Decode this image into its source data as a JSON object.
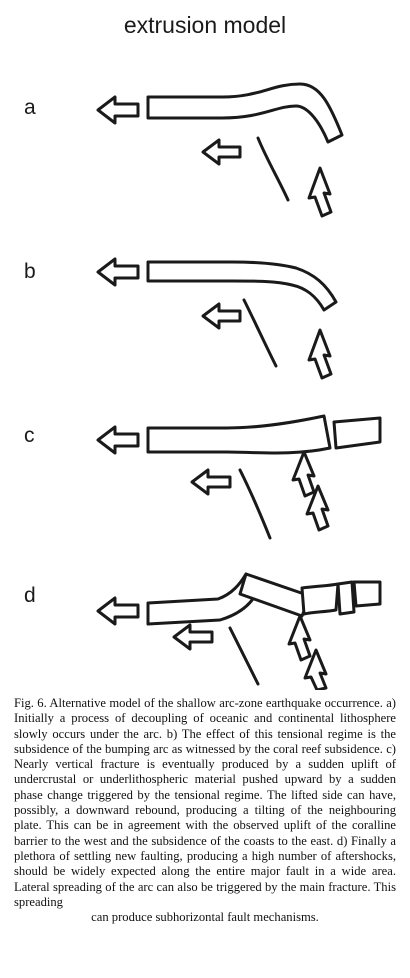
{
  "figure": {
    "title": "extrusion model",
    "panels": [
      {
        "label": "a"
      },
      {
        "label": "b"
      },
      {
        "label": "c"
      },
      {
        "label": "d"
      }
    ]
  },
  "caption": {
    "text": "Fig. 6. Alternative model of the shallow arc-zone earthquake occurrence. a) Initially a process of decoupling of oceanic and continental lithosphere slowly occurs under the arc. b) The effect of this tensional regime is the subsidence of the bumping arc as witnessed by the coral reef subsidence. c) Nearly vertical fracture is eventually produced by a sudden uplift of undercrustal or underlithospheric material pushed upward by a sudden phase change triggered by the tensional regime. The lifted side can have, possibly, a downward rebound, producing a tilting of the neighbouring plate. This can be in agreement with the observed uplift of the coralline barrier to the west and the subsidence of the coasts to the east. d) Finally a plethora of settling new faulting, producing a high number of aftershocks, should be widely expected along the entire major fault in a wide area. Lateral spreading of the arc can also be triggered by the main fracture. This spreading",
    "last_line": "can produce subhorizontal fault mechanisms."
  }
}
